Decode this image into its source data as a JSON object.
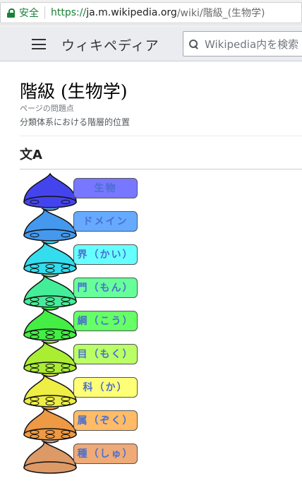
{
  "address_bar": {
    "secure_label": "安全",
    "url_scheme": "https://",
    "url_host": "ja.m.wikipedia.org",
    "url_path": "/wiki/階級_(生物学)"
  },
  "header": {
    "wordmark": "ウィキペディア",
    "search_placeholder": "Wikipedia内を検索"
  },
  "article": {
    "title": "階級 (生物学)",
    "issues_link": "ページの問題点",
    "tagline": "分類体系における階層的位置",
    "language_icon": "文A"
  },
  "diagram": {
    "ranks": [
      {
        "label": "生物",
        "color": "#7777ff"
      },
      {
        "label": "ドメイン",
        "color": "#66aaff"
      },
      {
        "label": "界（かい）",
        "color": "#66ffff"
      },
      {
        "label": "門（もん）",
        "color": "#66ff99"
      },
      {
        "label": "綱（こう）",
        "color": "#66ff66"
      },
      {
        "label": "目（もく）",
        "color": "#bbff66"
      },
      {
        "label": "科（か）",
        "color": "#ffff77"
      },
      {
        "label": "属（ぞく）",
        "color": "#ffbb66"
      },
      {
        "label": "種（しゅ）",
        "color": "#eeaa77"
      }
    ],
    "shape_colors": [
      "#4444ee",
      "#4499ee",
      "#33ddee",
      "#44ee99",
      "#44ee44",
      "#aaee33",
      "#eeee44",
      "#ee9944",
      "#dd9966"
    ]
  }
}
